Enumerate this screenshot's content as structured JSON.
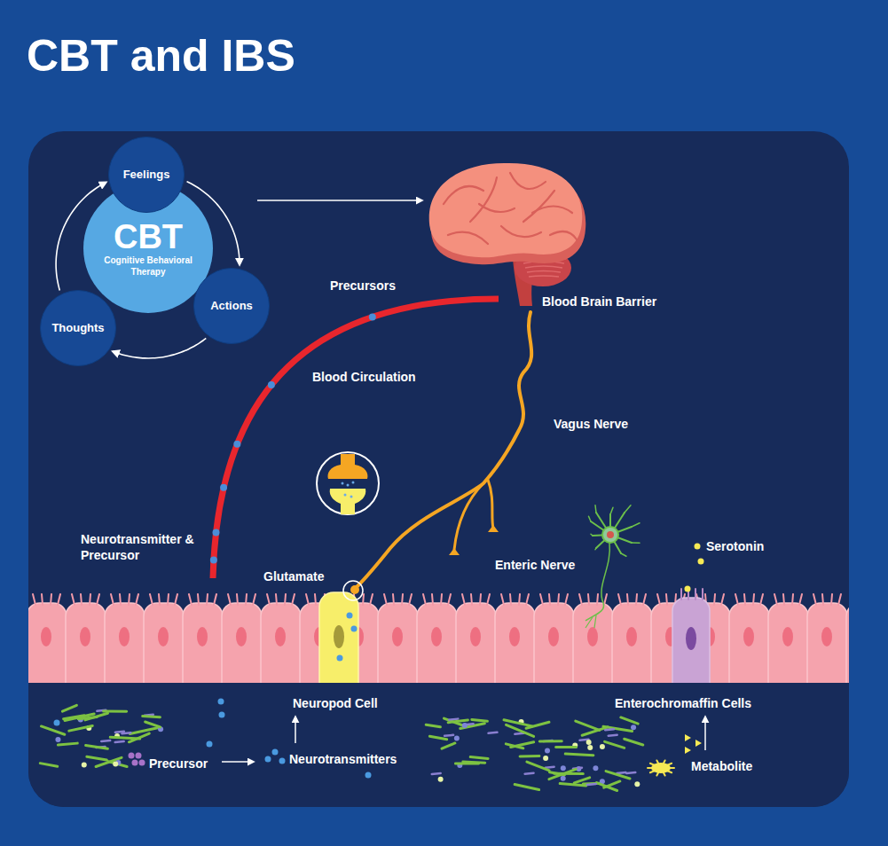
{
  "diagram": {
    "title": "CBT and IBS",
    "nodes": [
      {
        "text": [
          "CBT",
          "Cognitive Behavioral Therapy"
        ]
      },
      {
        "text": [
          "Feelings"
        ]
      },
      {
        "text": [
          "Actions"
        ]
      },
      {
        "text": [
          "Thoughts"
        ]
      }
    ],
    "edges": [
      {
        "from": 1,
        "to": 2,
        "arrow": "to"
      },
      {
        "from": 2,
        "to": 3,
        "arrow": "to"
      },
      {
        "from": 3,
        "to": 1,
        "arrow": "to"
      }
    ],
    "labels": [
      "Precursors",
      "Blood Brain Barrier",
      "Blood Circulation",
      "Vagus Nerve",
      "Neurotransmitter & Precursor",
      "Glutamate",
      "Enteric Nerve",
      "Serotonin",
      "Neuropod Cell",
      "Enterochromaffin Cells",
      "Precursor",
      "Neurotransmitters",
      "Metabolite"
    ]
  }
}
